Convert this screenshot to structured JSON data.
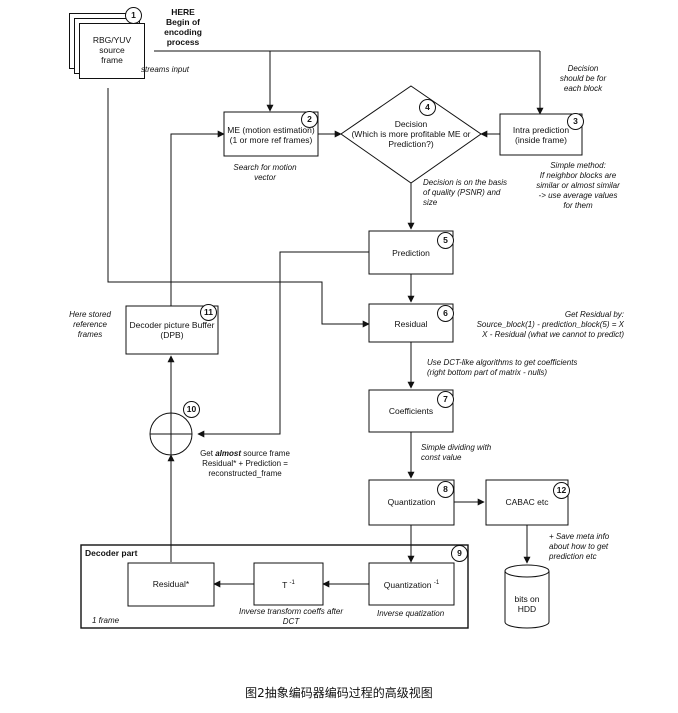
{
  "start": {
    "title_line1": "HERE",
    "title_line2": "Begin of encoding",
    "title_line3": "process"
  },
  "source": {
    "line1": "RBG/YUV",
    "line2": "source",
    "line3": "frame",
    "note": "streams input"
  },
  "me": {
    "line1": "ME (motion estimation)",
    "line2": "(1 or more ref frames)",
    "note_line1": "Search for motion",
    "note_line2": "vector"
  },
  "decision": {
    "line1": "Decision",
    "line2": "(Which is more profitable ME or",
    "line3": "Prediction?)",
    "note_line1": "Decision is on the basis",
    "note_line2": "of quality (PSNR) and",
    "note_line3": "size"
  },
  "intra": {
    "line1": "Intra prediction",
    "line2": "(inside frame)",
    "note_top_line1": "Decision",
    "note_top_line2": "should be for",
    "note_top_line3": "each block",
    "note_line1": "Simple method:",
    "note_line2": "If neighbor blocks are",
    "note_line3": "similar or almost similar",
    "note_line4": "-> use average values",
    "note_line5": "for them"
  },
  "prediction": {
    "label": "Prediction"
  },
  "residual": {
    "label": "Residual",
    "note_line1": "Get Residual by:",
    "note_line2": "Source_block(1) - prediction_block(5) = X",
    "note_line3": "X - Residual (what we cannot to predict)"
  },
  "coefficients": {
    "label": "Coefficients",
    "note_line1": "Use DCT-like algorithms to get coefficients",
    "note_line2": "(right bottom part of matrix - nulls)"
  },
  "quantization": {
    "label": "Quantization",
    "note_line1": "Simple dividing with",
    "note_line2": "const value"
  },
  "cabac": {
    "label": "CABAC etc",
    "note_line1": "+ Save meta info",
    "note_line2": "about how to get",
    "note_line3": "prediction etc"
  },
  "storage": {
    "line1": "bits on",
    "line2": "HDD"
  },
  "dpb": {
    "line1": "Decoder picture Buffer",
    "line2": "(DPB)",
    "note_line1": "Here stored",
    "note_line2": "reference",
    "note_line3": "frames"
  },
  "adder": {
    "note_pre": "Get ",
    "note_bold": "almost",
    "note_post": " source frame",
    "note_line2": "Residual* + Prediction =",
    "note_line3": "reconstructed_frame"
  },
  "decoder": {
    "title": "Decoder part",
    "frame_note": "1 frame",
    "residual_star": "Residual*",
    "inv_transform": "T",
    "inv_transform_sup": "-1",
    "inv_transform_note_line1": "Inverse transform coeffs after",
    "inv_transform_note_line2": "DCT",
    "inv_quant": "Quantization",
    "inv_quant_sup": "-1",
    "inv_quant_note": "Inverse quatization"
  },
  "badges": {
    "b1": "1",
    "b2": "2",
    "b3": "3",
    "b4": "4",
    "b5": "5",
    "b6": "6",
    "b7": "7",
    "b8": "8",
    "b9": "9",
    "b10": "10",
    "b11": "11",
    "b12": "12"
  },
  "caption": "图2抽象编码器编码过程的高级视图"
}
